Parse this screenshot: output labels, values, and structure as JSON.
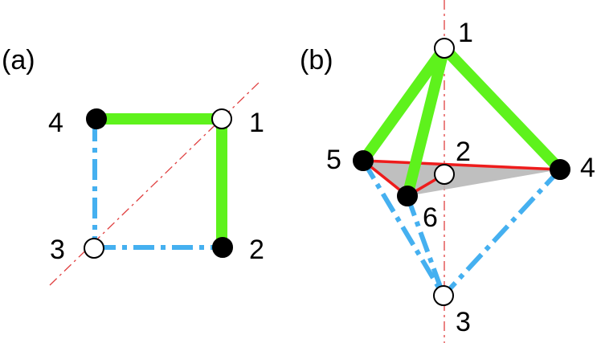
{
  "panel_a": {
    "label": "(a)",
    "nodes": [
      {
        "id": "1",
        "fill": "white"
      },
      {
        "id": "2",
        "fill": "black"
      },
      {
        "id": "3",
        "fill": "white"
      },
      {
        "id": "4",
        "fill": "black"
      }
    ]
  },
  "panel_b": {
    "label": "(b)",
    "nodes": [
      {
        "id": "1",
        "fill": "white"
      },
      {
        "id": "2",
        "fill": "white"
      },
      {
        "id": "3",
        "fill": "white"
      },
      {
        "id": "4",
        "fill": "black"
      },
      {
        "id": "5",
        "fill": "black"
      },
      {
        "id": "6",
        "fill": "black"
      }
    ]
  },
  "colors": {
    "green_edge": "#5ef21c",
    "blue_edge": "#45b0f0",
    "red_edge": "#ee1c1c",
    "axis": "#e04040",
    "shaded_plane": "#b8b8b8"
  }
}
